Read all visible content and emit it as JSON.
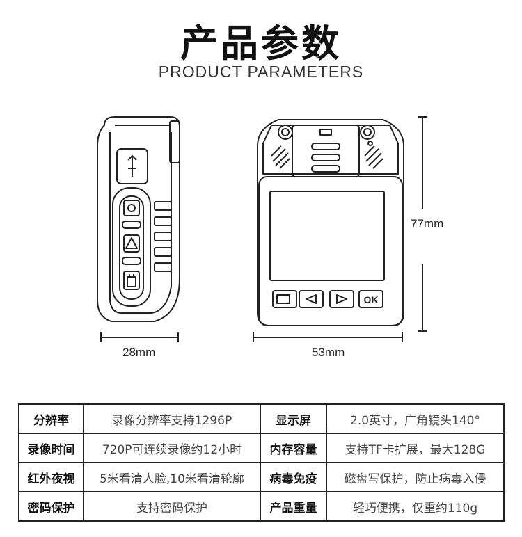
{
  "header": {
    "title": "产品参数",
    "subtitle": "PRODUCT PARAMETERS"
  },
  "dimensions": {
    "depth": "28mm",
    "width": "53mm",
    "height": "77mm"
  },
  "device_labels": {
    "ok_button": "OK"
  },
  "specs": [
    {
      "label": "分辨率",
      "value": "录像分辨率支持1296P",
      "label2": "显示屏",
      "value2": "2.0英寸，广角镜头140°"
    },
    {
      "label": "录像时间",
      "value": "720P可连续录像约12小时",
      "label2": "内存容量",
      "value2": "支持TF卡扩展，最大128G"
    },
    {
      "label": "红外夜视",
      "value": "5米看清人脸,10米看清轮廓",
      "label2": "病毒免疫",
      "value2": "磁盘写保护，防止病毒入侵"
    },
    {
      "label": "密码保护",
      "value": "支持密码保护",
      "label2": "产品重量",
      "value2": "轻巧便携，仅重约110g"
    }
  ]
}
